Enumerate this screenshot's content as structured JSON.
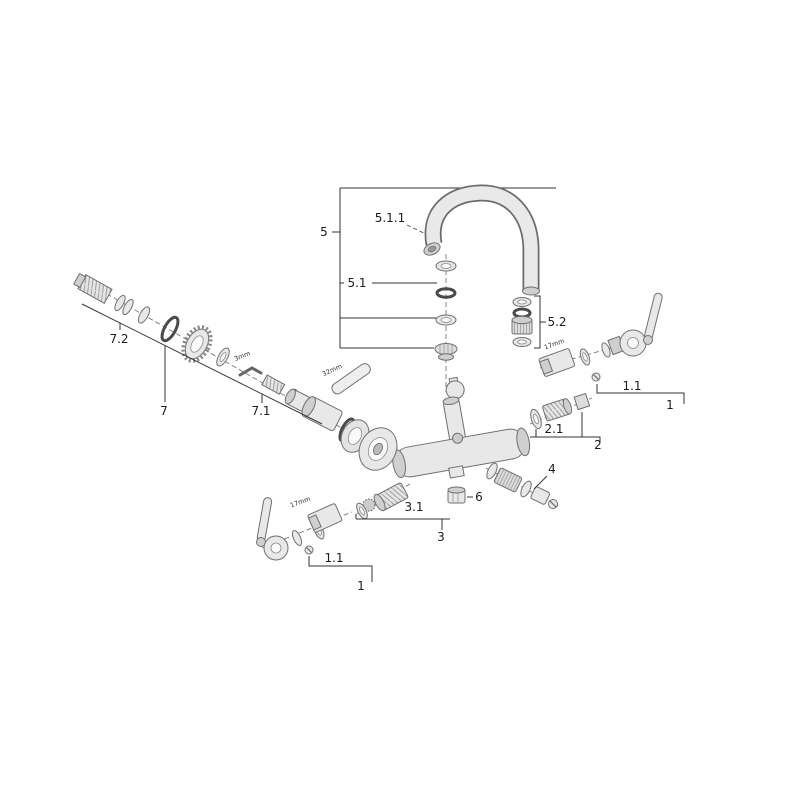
{
  "diagram": {
    "type": "exploded-parts-diagram",
    "background": "#ffffff",
    "line_color": "#333333",
    "part_fill": "#e8e8e8",
    "labels": {
      "n5": "5",
      "n511": "5.1.1",
      "n51": "5.1",
      "n52": "5.2",
      "n7": "7",
      "n71": "7.1",
      "n72": "7.2",
      "n1_right": "1",
      "n11_right": "1.1",
      "n17mm_right": "17mm",
      "n2": "2",
      "n21": "2.1",
      "n3": "3",
      "n31": "3.1",
      "n4": "4",
      "n6": "6",
      "n1_left": "1",
      "n11_left": "1.1",
      "n17mm_left": "17mm",
      "n3mm": "3mm",
      "n32mm": "32mm"
    }
  }
}
